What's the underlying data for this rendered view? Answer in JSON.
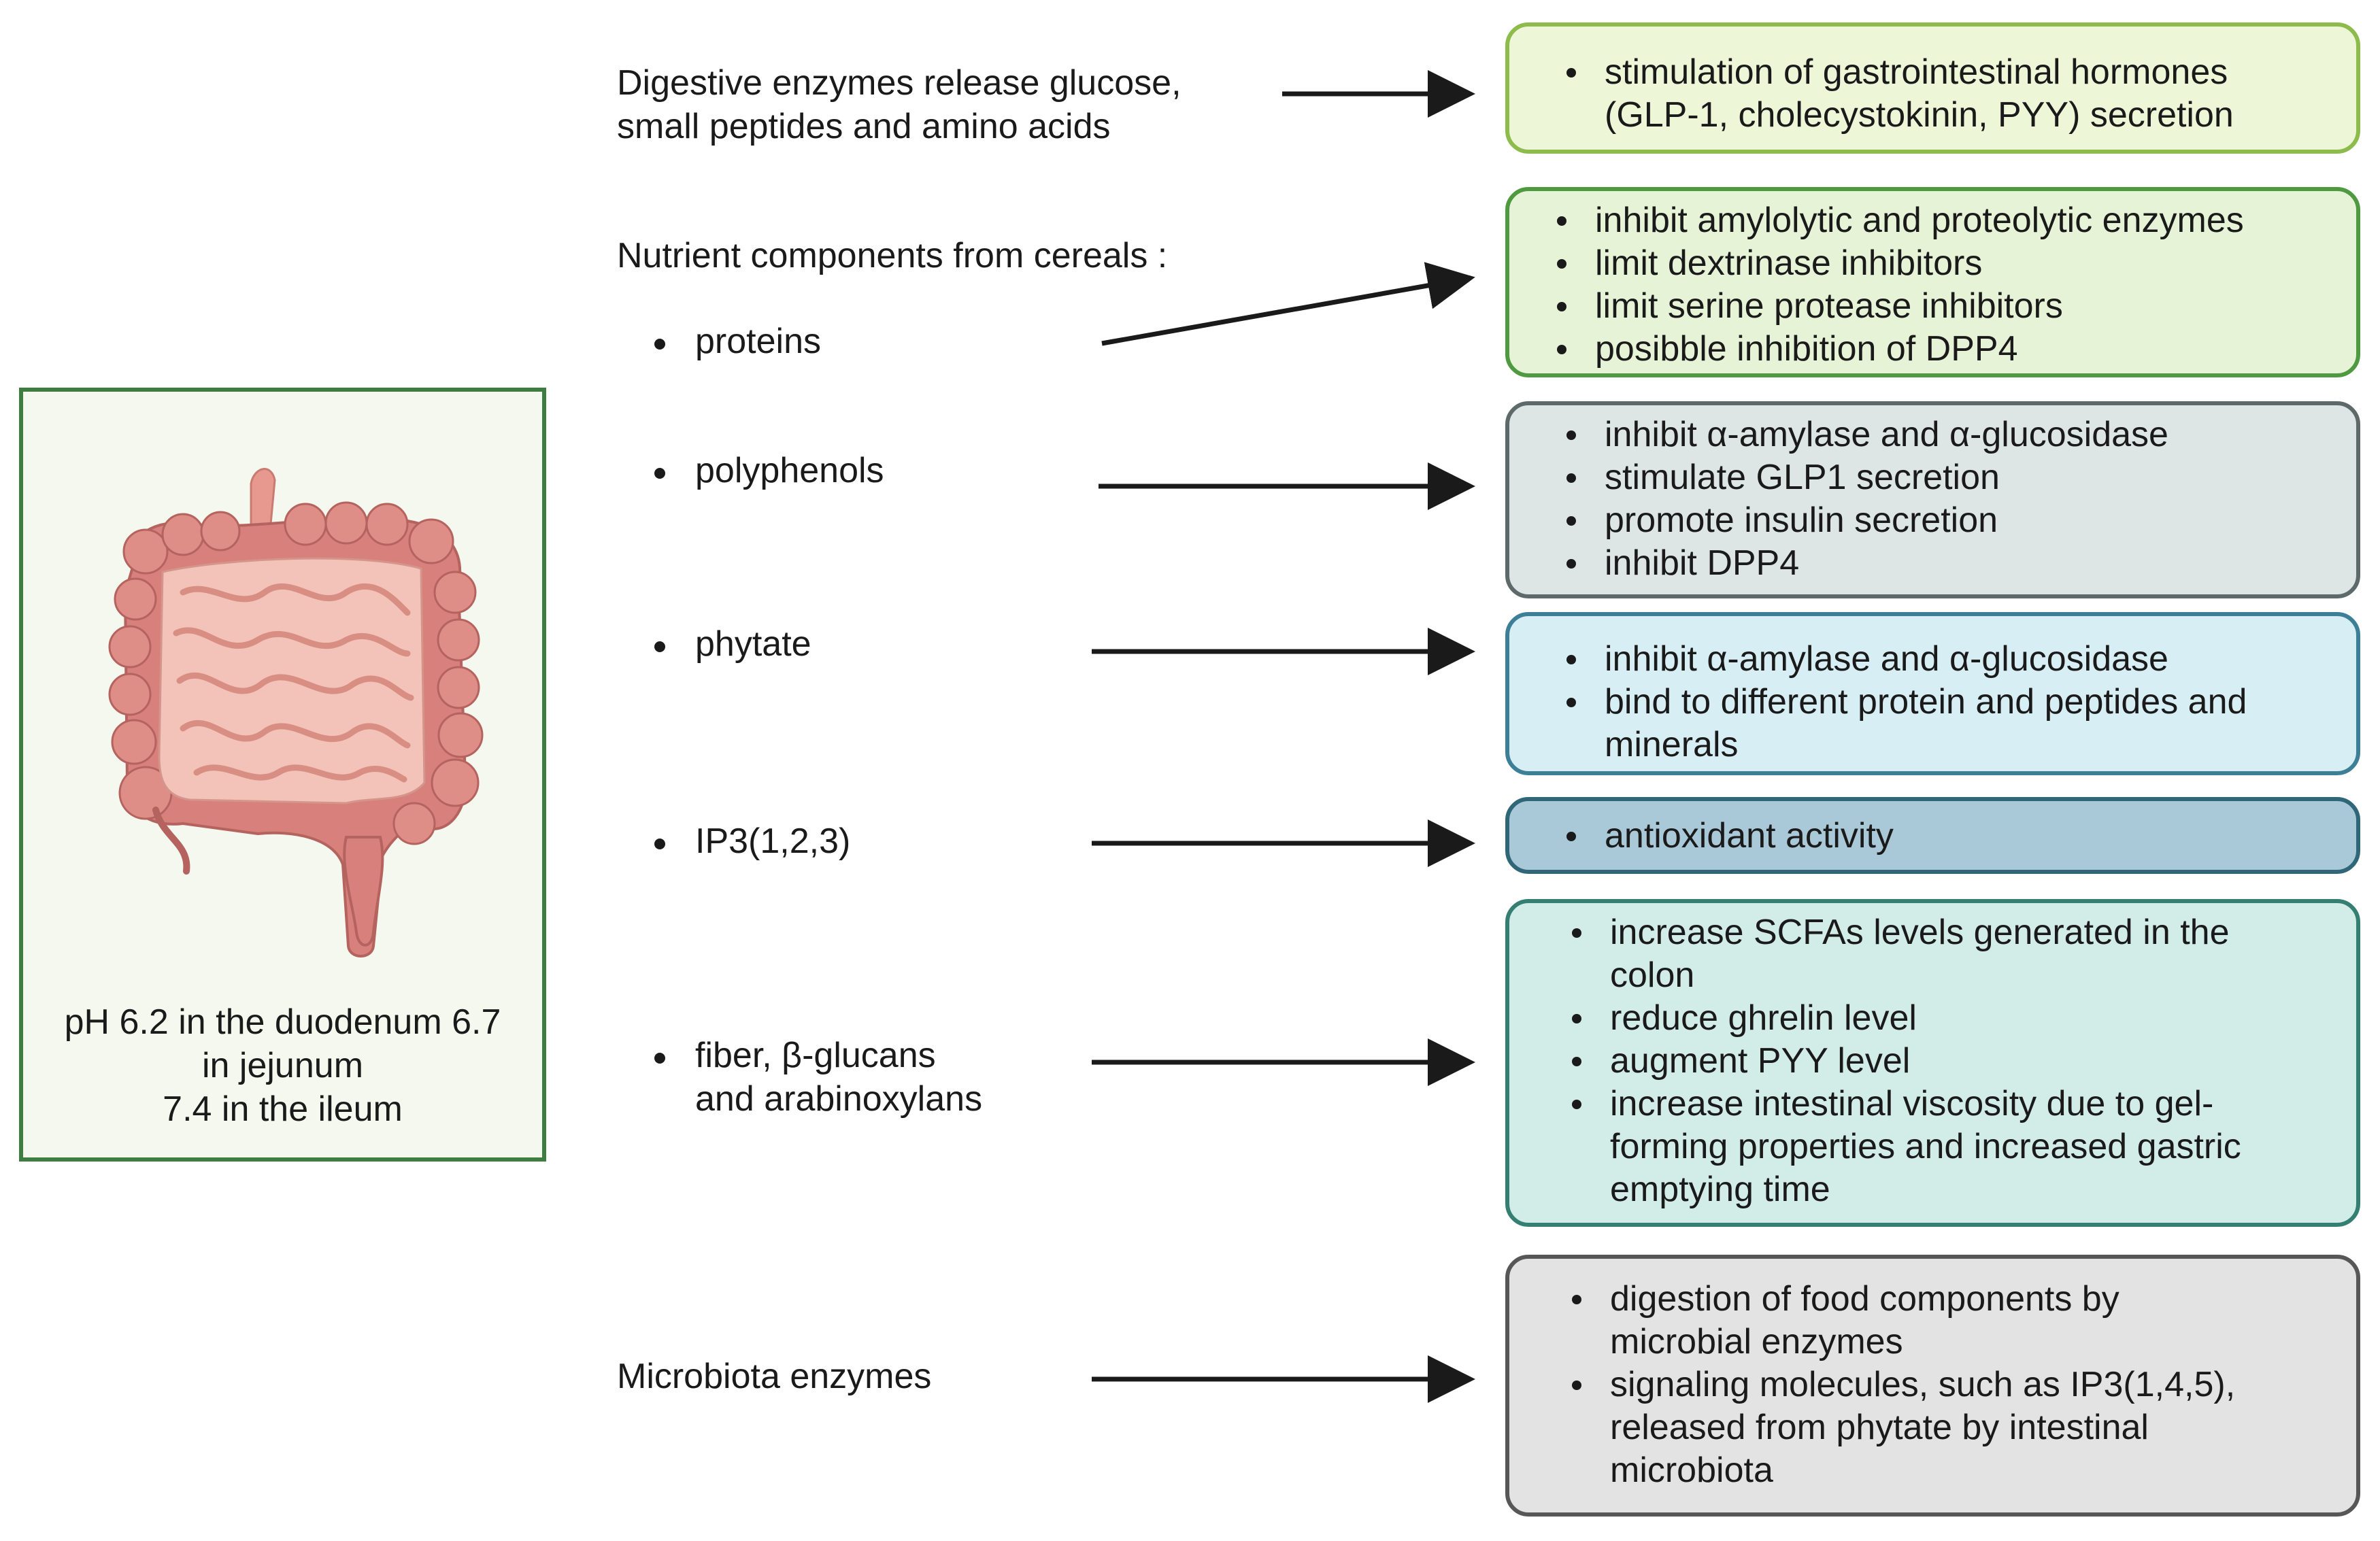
{
  "colors": {
    "gut_panel_border": "#3f7c3f",
    "box1": {
      "fill": "#eef6d8",
      "stroke": "#8dbb4c"
    },
    "box2": {
      "fill": "#e7f3d6",
      "stroke": "#4f9a40"
    },
    "box3": {
      "fill": "#dde6e4",
      "stroke": "#5e6a6a"
    },
    "box4": {
      "fill": "#d7eef4",
      "stroke": "#3d7f97"
    },
    "box5": {
      "fill": "#a9c9d8",
      "stroke": "#2f6678"
    },
    "box6": {
      "fill": "#d2ece8",
      "stroke": "#347f72"
    },
    "box7": {
      "fill": "#e3e3e3",
      "stroke": "#575757"
    }
  },
  "gut_panel": {
    "icon": "small-intestine-and-colon-illustration",
    "caption_lines": [
      "pH 6.2 in the duodenum 6.7",
      "in jejunum",
      "7.4 in the ileum"
    ]
  },
  "sources": {
    "digestive_enzymes": [
      "Digestive enzymes release glucose,",
      "small peptides and amino acids"
    ],
    "nutrient_header": "Nutrient components from cereals :",
    "proteins": [
      "proteins"
    ],
    "polyphenols": [
      "polyphenols"
    ],
    "phytate": [
      "phytate"
    ],
    "ip3": [
      "IP3(1,2,3)"
    ],
    "fiber": [
      "fiber, β-glucans",
      "and arabinoxylans"
    ],
    "microbiota": [
      "Microbiota enzymes"
    ]
  },
  "effects": {
    "box1": [
      [
        "stimulation of gastrointestinal hormones",
        "(GLP-1, cholecystokinin, PYY) secretion"
      ]
    ],
    "box2": [
      [
        "inhibit amylolytic and proteolytic enzymes"
      ],
      [
        "limit dextrinase inhibitors"
      ],
      [
        "limit serine protease inhibitors"
      ],
      [
        "posibble inhibition of DPP4"
      ]
    ],
    "box3": [
      [
        "inhibit α-amylase and α-glucosidase"
      ],
      [
        "stimulate GLP1 secretion"
      ],
      [
        "promote insulin secretion"
      ],
      [
        "inhibit DPP4"
      ]
    ],
    "box4": [
      [
        "inhibit α-amylase and α-glucosidase"
      ],
      [
        "bind to different protein and peptides and",
        "minerals"
      ]
    ],
    "box5": [
      [
        "antioxidant activity"
      ]
    ],
    "box6": [
      [
        "increase SCFAs levels generated in the",
        "colon"
      ],
      [
        "reduce ghrelin level"
      ],
      [
        "augment PYY level"
      ],
      [
        "increase intestinal viscosity due to gel-",
        "forming properties and increased gastric",
        "emptying time"
      ]
    ],
    "box7": [
      [
        "digestion of food components by",
        "microbial enzymes"
      ],
      [
        "signaling molecules, such as IP3(1,4,5),",
        "released from phytate by intestinal",
        "microbiota"
      ]
    ]
  }
}
